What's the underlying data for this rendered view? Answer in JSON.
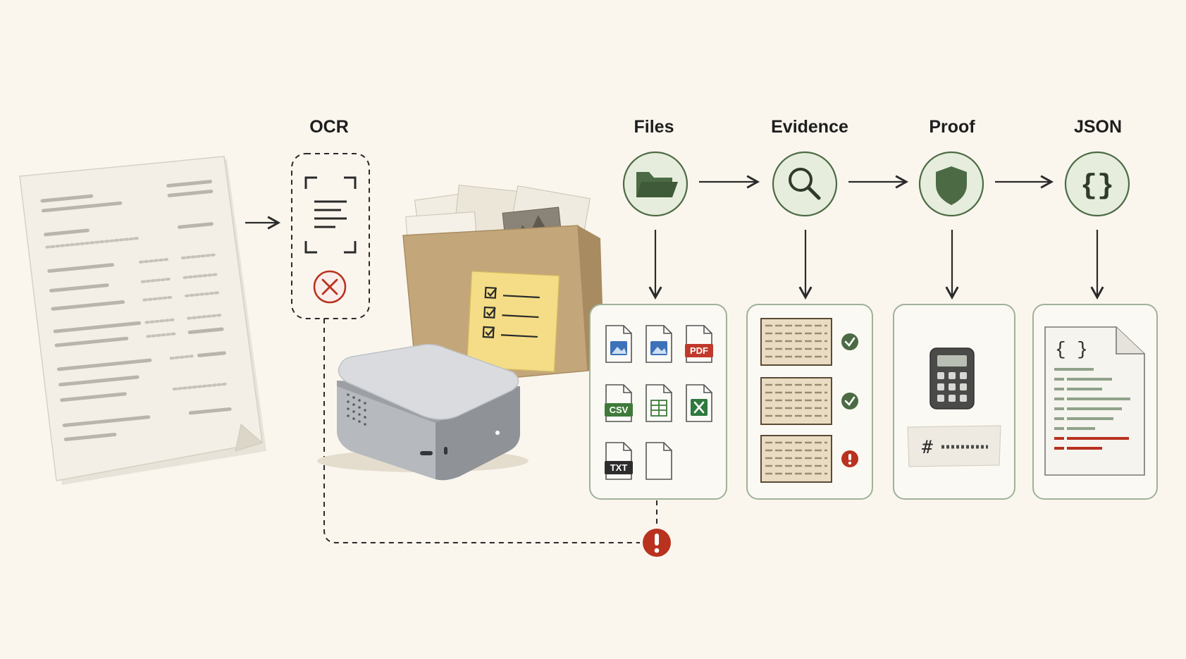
{
  "colors": {
    "background": "#faf6ee",
    "accent_green": "#4c6b45",
    "circle_fill": "#e7eddc",
    "error_red": "#b8321f",
    "panel_border": "#9fb298",
    "arrow": "#2a2a2a"
  },
  "stages": [
    {
      "label": "OCR",
      "icon": "scan-icon"
    },
    {
      "label": "Files",
      "icon": "folder-icon"
    },
    {
      "label": "Evidence",
      "icon": "magnifier-icon"
    },
    {
      "label": "Proof",
      "icon": "shield-icon"
    },
    {
      "label": "JSON",
      "icon": "braces-icon"
    }
  ],
  "file_panel": {
    "badges": [
      "PDF",
      "CSV",
      "TXT"
    ]
  },
  "proof_panel": {
    "hash_symbol": "#"
  },
  "json_panel": {
    "braces": "{ }"
  },
  "evidence_panel": {
    "rows": [
      {
        "status": "ok"
      },
      {
        "status": "ok"
      },
      {
        "status": "error"
      }
    ]
  },
  "ocr_panel": {
    "status": "error"
  },
  "feedback_loop": {
    "status": "error"
  }
}
